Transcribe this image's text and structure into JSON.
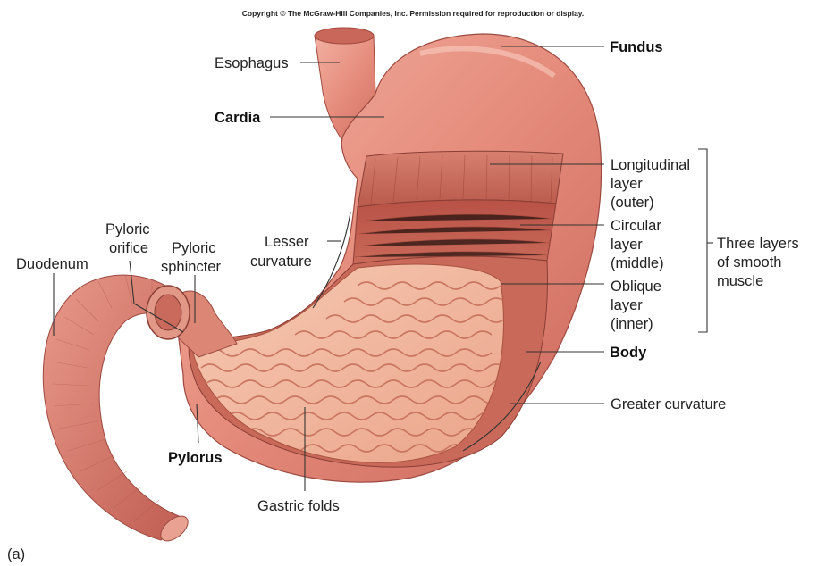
{
  "copyright": "Copyright © The McGraw-Hill Companies, Inc. Permission required for reproduction or display.",
  "panel_label": "(a)",
  "labels": {
    "esophagus": "Esophagus",
    "fundus": "Fundus",
    "cardia": "Cardia",
    "longitudinal": [
      "Longitudinal",
      "layer",
      "(outer)"
    ],
    "circular": [
      "Circular",
      "layer",
      "(middle)"
    ],
    "oblique": [
      "Oblique",
      "layer",
      "(inner)"
    ],
    "three_layers": [
      "Three layers",
      "of smooth",
      "muscle"
    ],
    "body": "Body",
    "greater_curvature": "Greater curvature",
    "lesser_curvature": [
      "Lesser",
      "curvature"
    ],
    "pyloric_orifice": [
      "Pyloric",
      "orifice"
    ],
    "pyloric_sphincter": [
      "Pyloric",
      "sphincter"
    ],
    "duodenum": "Duodenum",
    "pylorus": "Pylorus",
    "gastric_folds": "Gastric folds"
  },
  "colors": {
    "stomach_outer": "#d9786a",
    "stomach_light": "#f0a898",
    "muscle_dark": "#b8574a",
    "mucosa": "#f2b8a0",
    "fold_line": "#c46b58"
  }
}
